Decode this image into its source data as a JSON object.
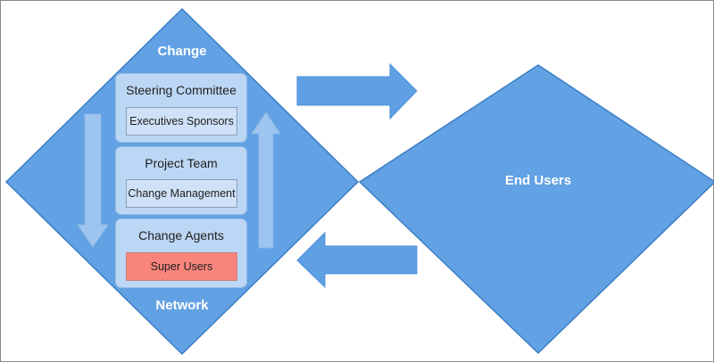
{
  "change_network": {
    "title_top": "Change",
    "title_bottom": "Network",
    "groups": [
      {
        "title": "Steering Committee",
        "box": "Executives Sponsors"
      },
      {
        "title": "Project Team",
        "box": "Change Management"
      },
      {
        "title": "Change Agents",
        "box": "Super Users"
      }
    ]
  },
  "end_users": {
    "label": "End Users"
  },
  "colors": {
    "diamond_fill": "#62a1e3",
    "diamond_stroke": "#3d7fc4",
    "panel_fill": "#bcd7f5",
    "highlight_box": "#f8847b",
    "arrow_fill": "#5fa0e4",
    "inner_arrow_fill": "#9dc5ef"
  }
}
